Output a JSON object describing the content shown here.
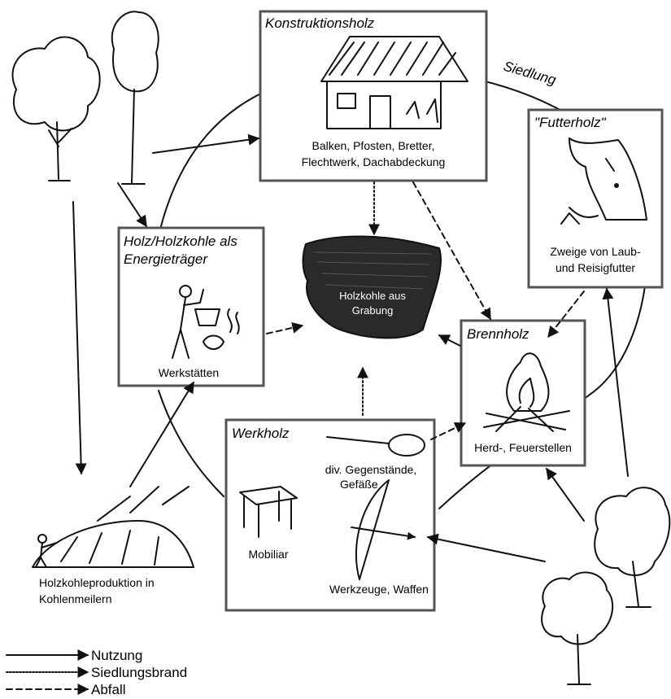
{
  "settlement_label": "Siedlung",
  "boxes": {
    "construction": {
      "title": "Konstruktionsholz",
      "caption_line1": "Balken, Pfosten, Bretter,",
      "caption_line2": "Flechtwerk, Dachabdeckung"
    },
    "fodder": {
      "title": "\"Futterholz\"",
      "caption_line1": "Zweige von Laub-",
      "caption_line2": "und Reisigfutter"
    },
    "energy": {
      "title_line1": "Holz/Holzkohle als",
      "title_line2": "Energieträger",
      "caption": "Werkstätten"
    },
    "firewood": {
      "title": "Brennholz",
      "caption": "Herd-, Feuerstellen"
    },
    "workwood": {
      "title": "Werkholz",
      "objects_line1": "div. Gegenstände,",
      "objects_line2": "Gefäße",
      "furniture": "Mobiliar",
      "tools": "Werkzeuge, Waffen"
    }
  },
  "center": {
    "line1": "Holzkohle aus",
    "line2": "Grabung"
  },
  "kiln": {
    "line1": "Holzkohleproduktion in",
    "line2": "Kohlenmeilern"
  },
  "legend": [
    {
      "label": "Nutzung",
      "style": "solid"
    },
    {
      "label": "Siedlungsbrand",
      "style": "dotted"
    },
    {
      "label": "Abfall",
      "style": "dashed"
    }
  ],
  "colors": {
    "ink": "#111111",
    "box_border": "#555555",
    "charcoal": "#2a2a2a"
  }
}
